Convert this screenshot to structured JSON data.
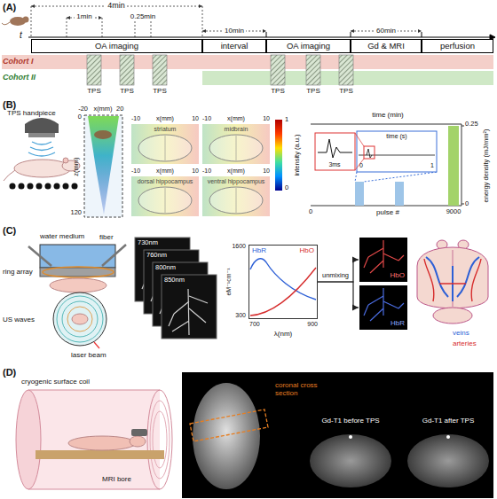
{
  "diagram": {
    "nodes": [
      {
        "text": [
          "OA imaging"
        ]
      },
      {
        "text": [
          "interval"
        ]
      },
      {
        "text": [
          "OA imaging"
        ]
      },
      {
        "text": [
          "Gd & MRI"
        ]
      },
      {
        "text": [
          "perfusion"
        ]
      },
      {
        "text": [
          "HbR",
          "HbO"
        ]
      },
      {
        "text": [
          "HbO"
        ]
      },
      {
        "text": [
          "HbR"
        ]
      }
    ],
    "edges": [
      {
        "from": 5,
        "to": 6,
        "label": "unmixing",
        "arrow": "to"
      },
      {
        "from": 5,
        "to": 7,
        "arrow": "to"
      }
    ],
    "labels": [
      "(A)",
      "4min",
      "1min",
      "0.25min",
      "t",
      "10min",
      "60min",
      "Cohort I",
      "Cohort II",
      "TPS",
      "TPS",
      "TPS",
      "TPS",
      "TPS",
      "TPS",
      "(B)",
      "TPS handpiece",
      "x(mm)",
      "-20",
      "20",
      "z(mm)",
      "0",
      "120",
      "-10",
      "x(mm)",
      "10",
      "striatum",
      "-10",
      "x(mm)",
      "10",
      "midbrain",
      "-10",
      "x(mm)",
      "10",
      "dorsal hippocampus",
      "-10",
      "x(mm)",
      "10",
      "ventral hippocampus",
      "1",
      "0",
      "intensity (a.u.)",
      "time (min)",
      "3ms",
      "time (s)",
      "0",
      "1",
      "0.25",
      "0",
      "energy density (mJ/mm²)",
      "0",
      "9000",
      "pulse #",
      "(C)",
      "water medium",
      "fiber",
      "ring array",
      "US waves",
      "laser beam",
      "730nm",
      "760nm",
      "800nm",
      "850nm",
      "1600",
      "300",
      "eM⁻¹cm⁻¹",
      "700",
      "900",
      "λ(nm)",
      "veins",
      "arteries",
      "(D)",
      "cryogenic surface coil",
      "MRI bore",
      "coronal cross section",
      "Gd-T1 before TPS",
      "Gd-T1 after TPS"
    ]
  }
}
